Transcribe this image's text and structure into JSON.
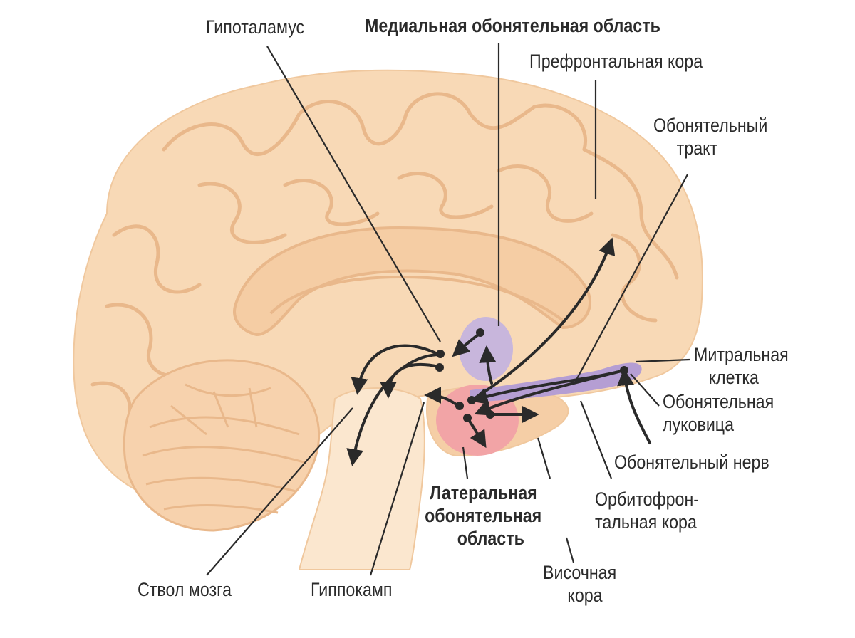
{
  "labels": {
    "hypothalamus": "Гипоталамус",
    "medial_area": "Медиальная обонятельная область",
    "prefrontal": "Префронтальная кора",
    "olf_tract_1": "Обонятельный",
    "olf_tract_2": "тракт",
    "mitral_1": "Митральная",
    "mitral_2": "клетка",
    "bulb_1": "Обонятельная",
    "bulb_2": "луковица",
    "olf_nerve": "Обонятельный нерв",
    "orbito_1": "Орбитофрон-",
    "orbito_2": "тальная кора",
    "temporal_1": "Височная",
    "temporal_2": "кора",
    "lateral_1": "Латеральная",
    "lateral_2": "обонятельная",
    "lateral_3": "область",
    "brainstem": "Ствол мозга",
    "hippocampus": "Гиппокамп"
  },
  "colors": {
    "brain_fill": "#f8d9b6",
    "brain_fold": "#e9b88b",
    "cerebellum_fill": "#f7d2ad",
    "stem_fill": "#fbe7cf",
    "medial_area_fill": "#c8b6dc",
    "lateral_area_fill": "#f2a4a6",
    "tract_fill": "#b59ed3",
    "line": "#2a2a2a"
  }
}
